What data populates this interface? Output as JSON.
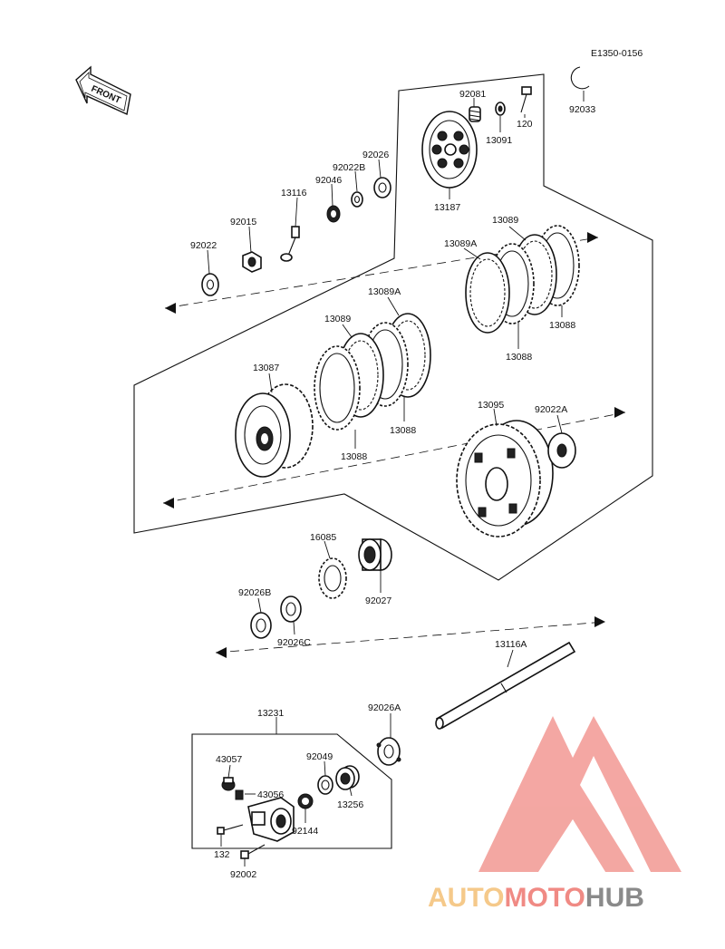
{
  "diagram_code": "E1350-0156",
  "front_label": "FRONT",
  "parts": [
    {
      "id": "p-92081",
      "label": "92081"
    },
    {
      "id": "p-120",
      "label": "120"
    },
    {
      "id": "p-92033",
      "label": "92033"
    },
    {
      "id": "p-13091",
      "label": "13091"
    },
    {
      "id": "p-92026",
      "label": "92026"
    },
    {
      "id": "p-92022B",
      "label": "92022B"
    },
    {
      "id": "p-92046",
      "label": "92046"
    },
    {
      "id": "p-13116",
      "label": "13116"
    },
    {
      "id": "p-13187",
      "label": "13187"
    },
    {
      "id": "p-92015",
      "label": "92015"
    },
    {
      "id": "p-92022",
      "label": "92022"
    },
    {
      "id": "p-13089-top",
      "label": "13089"
    },
    {
      "id": "p-13089A-top",
      "label": "13089A"
    },
    {
      "id": "p-13088-right",
      "label": "13088"
    },
    {
      "id": "p-13088-right2",
      "label": "13088"
    },
    {
      "id": "p-13089A-mid",
      "label": "13089A"
    },
    {
      "id": "p-13089-mid",
      "label": "13089"
    },
    {
      "id": "p-13087",
      "label": "13087"
    },
    {
      "id": "p-13088-mid",
      "label": "13088"
    },
    {
      "id": "p-13088-low",
      "label": "13088"
    },
    {
      "id": "p-13095",
      "label": "13095"
    },
    {
      "id": "p-92022A",
      "label": "92022A"
    },
    {
      "id": "p-16085",
      "label": "16085"
    },
    {
      "id": "p-92027",
      "label": "92027"
    },
    {
      "id": "p-92026B",
      "label": "92026B"
    },
    {
      "id": "p-92026C",
      "label": "92026C"
    },
    {
      "id": "p-13116A",
      "label": "13116A"
    },
    {
      "id": "p-13231",
      "label": "13231"
    },
    {
      "id": "p-92026A",
      "label": "92026A"
    },
    {
      "id": "p-43057",
      "label": "43057"
    },
    {
      "id": "p-92049",
      "label": "92049"
    },
    {
      "id": "p-43056",
      "label": "43056"
    },
    {
      "id": "p-13256",
      "label": "13256"
    },
    {
      "id": "p-92144",
      "label": "92144"
    },
    {
      "id": "p-132",
      "label": "132"
    },
    {
      "id": "p-92002",
      "label": "92002"
    }
  ],
  "watermark": {
    "part1": "AUTO",
    "part2": "MOTO",
    "part3": "HUB",
    "color_light": "#f5c98a",
    "color_red": "#f08a84",
    "color_grey": "#8a8a8a"
  }
}
